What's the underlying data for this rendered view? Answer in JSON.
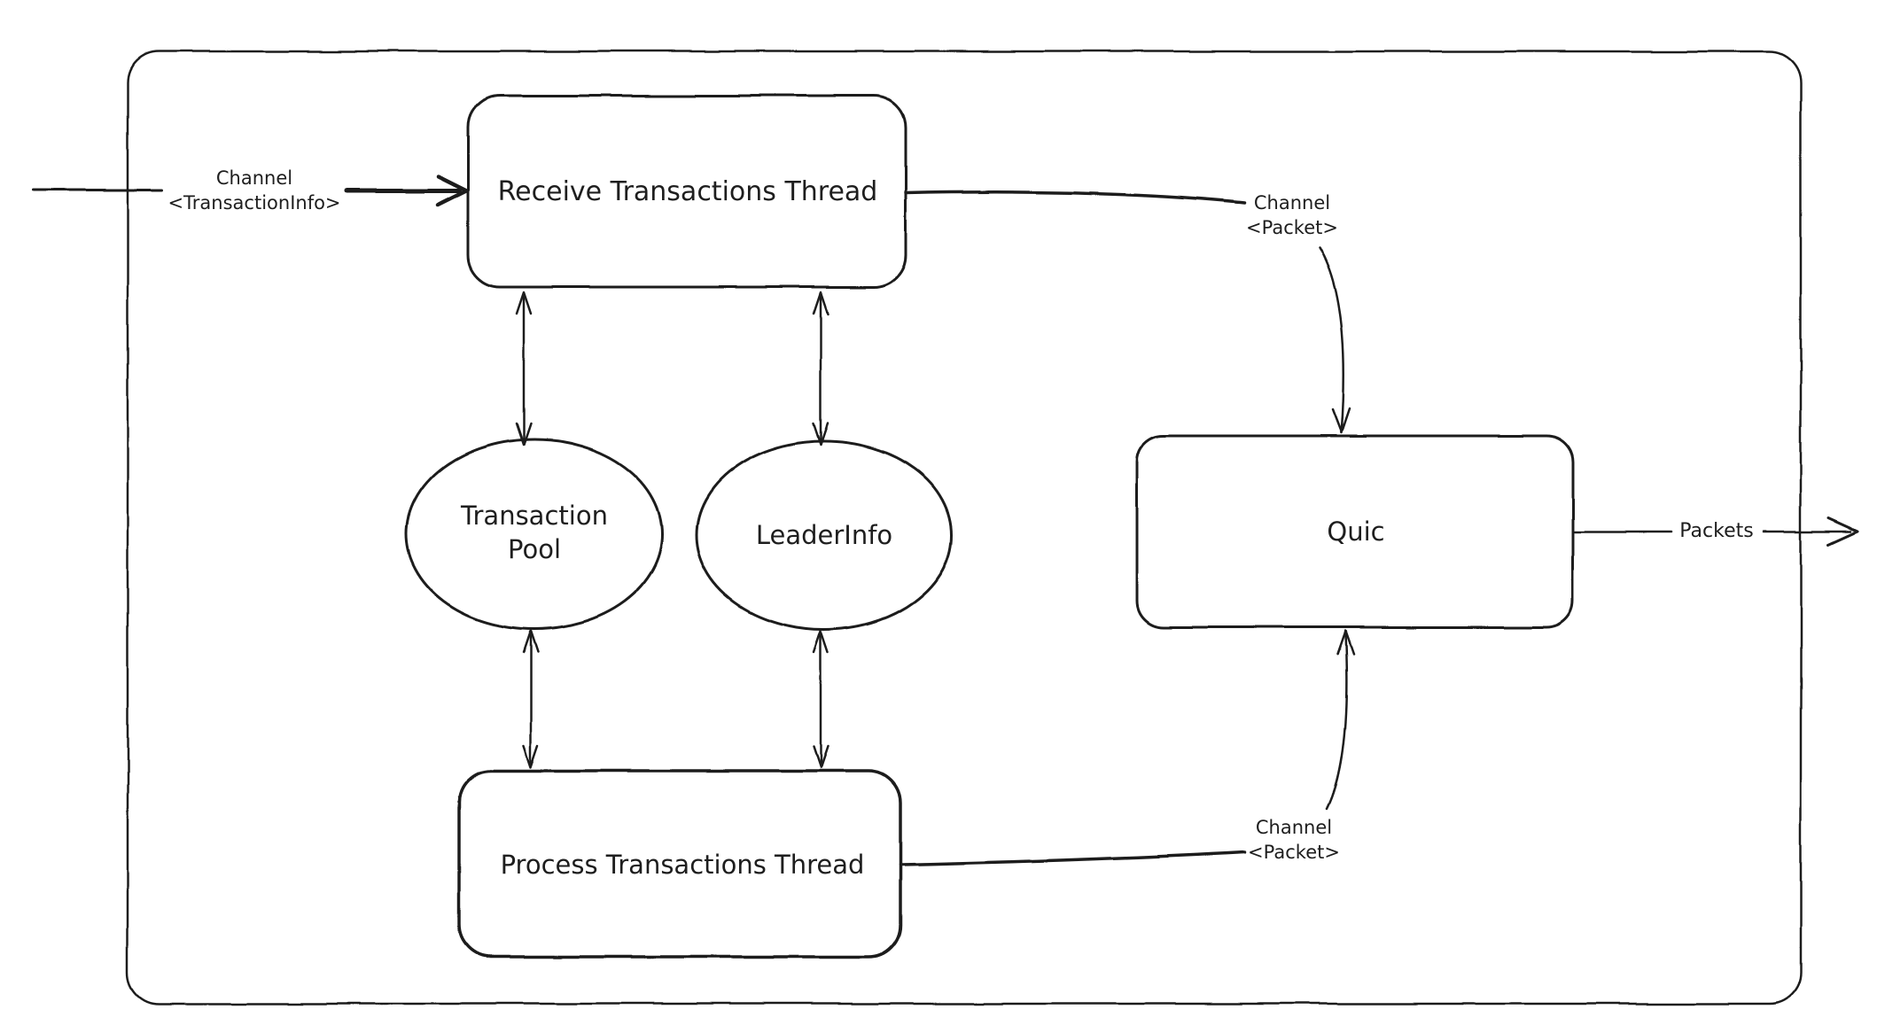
{
  "colors": {
    "stroke": "#1e1e1e",
    "background": "#ffffff"
  },
  "nodes": {
    "receive_thread": {
      "label": "Receive Transactions Thread"
    },
    "transaction_pool": {
      "line1": "Transaction",
      "line2": "Pool"
    },
    "leader_info": {
      "label": "LeaderInfo"
    },
    "process_thread": {
      "label": "Process Transactions Thread"
    },
    "quic": {
      "label": "Quic"
    }
  },
  "edges": {
    "input_channel": {
      "line1": "Channel",
      "line2": "<TransactionInfo>"
    },
    "receive_to_quic_channel": {
      "line1": "Channel",
      "line2": "<Packet>"
    },
    "process_to_quic_channel": {
      "line1": "Channel",
      "line2": "<Packet>"
    },
    "quic_output": {
      "label": "Packets"
    }
  }
}
